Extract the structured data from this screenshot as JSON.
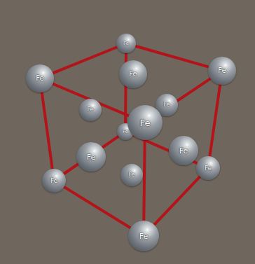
{
  "diagram": {
    "nodes": [
      {
        "text": [
          "Fe"
        ]
      },
      {
        "text": [
          "Fe"
        ]
      },
      {
        "text": [
          "Fe"
        ]
      },
      {
        "text": [
          "Fe"
        ]
      },
      {
        "text": [
          "Fe"
        ]
      },
      {
        "text": [
          "Fe"
        ]
      },
      {
        "text": [
          "Fe"
        ]
      },
      {
        "text": [
          "Fe"
        ]
      },
      {
        "text": [
          "Fe"
        ]
      },
      {
        "text": [
          "Fe"
        ]
      },
      {
        "text": [
          "Fe"
        ]
      },
      {
        "text": [
          "Fe"
        ]
      },
      {
        "text": [
          "Fe"
        ]
      },
      {
        "text": [
          "Fe"
        ]
      }
    ],
    "edges": [
      {
        "from": 0,
        "to": 1,
        "arrow": "none"
      },
      {
        "from": 0,
        "to": 2,
        "arrow": "none"
      },
      {
        "from": 1,
        "to": 6,
        "arrow": "none"
      },
      {
        "from": 2,
        "to": 6,
        "arrow": "none"
      },
      {
        "from": 0,
        "to": 7,
        "arrow": "none"
      },
      {
        "from": 1,
        "to": 12,
        "arrow": "none"
      },
      {
        "from": 2,
        "to": 11,
        "arrow": "none"
      },
      {
        "from": 6,
        "to": 13,
        "arrow": "none"
      },
      {
        "from": 7,
        "to": 12,
        "arrow": "none"
      },
      {
        "from": 7,
        "to": 11,
        "arrow": "none"
      },
      {
        "from": 12,
        "to": 13,
        "arrow": "none"
      },
      {
        "from": 11,
        "to": 13,
        "arrow": "none"
      }
    ]
  }
}
